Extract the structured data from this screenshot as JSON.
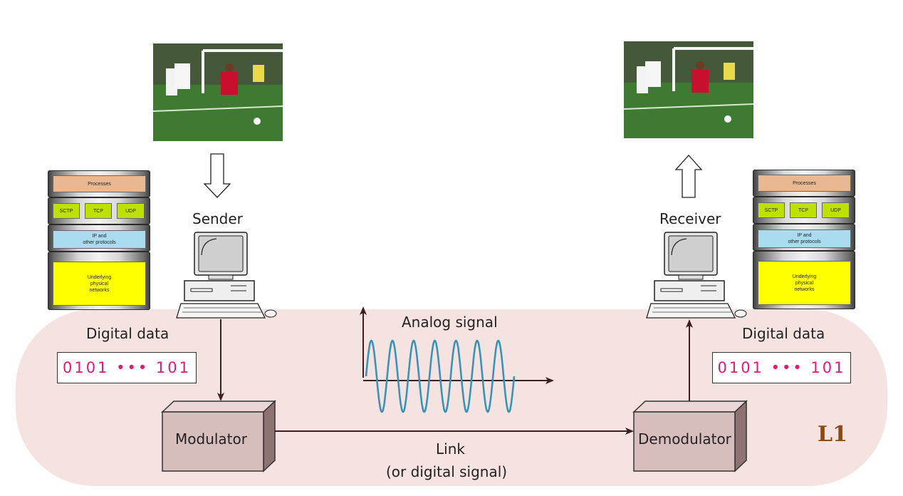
{
  "sender": {
    "label": "Sender"
  },
  "receiver": {
    "label": "Receiver"
  },
  "left_digital": {
    "label": "Digital data",
    "bits": "0101 ••• 101"
  },
  "right_digital": {
    "label": "Digital data",
    "bits": "0101 ••• 101"
  },
  "analog": {
    "label": "Analog signal"
  },
  "modulator": {
    "label": "Modulator"
  },
  "demodulator": {
    "label": "Demodulator"
  },
  "link": {
    "label": "Link",
    "sub": "(or digital signal)"
  },
  "layer_tag": "L1",
  "protocol_stack": {
    "processes": "Processes",
    "sctp": "SCTP",
    "tcp": "TCP",
    "udp": "UDP",
    "ip": "IP and\nother protocols",
    "physical": "Underlying\nphysical\nnetworks"
  },
  "colors": {
    "region": "#f5e3e2",
    "box": "#d8bdbd",
    "signal": "#3a93b6",
    "bits": "#e0187a",
    "processes": "#e8b893",
    "protocols": "#bfe100",
    "ip": "#a9dcef",
    "physical": "#ffff00",
    "tag": "#8b4a14"
  },
  "icons": [
    "photo-soccer",
    "hollow-down-arrow",
    "hollow-up-arrow",
    "computer-icon",
    "protocol-stack"
  ]
}
